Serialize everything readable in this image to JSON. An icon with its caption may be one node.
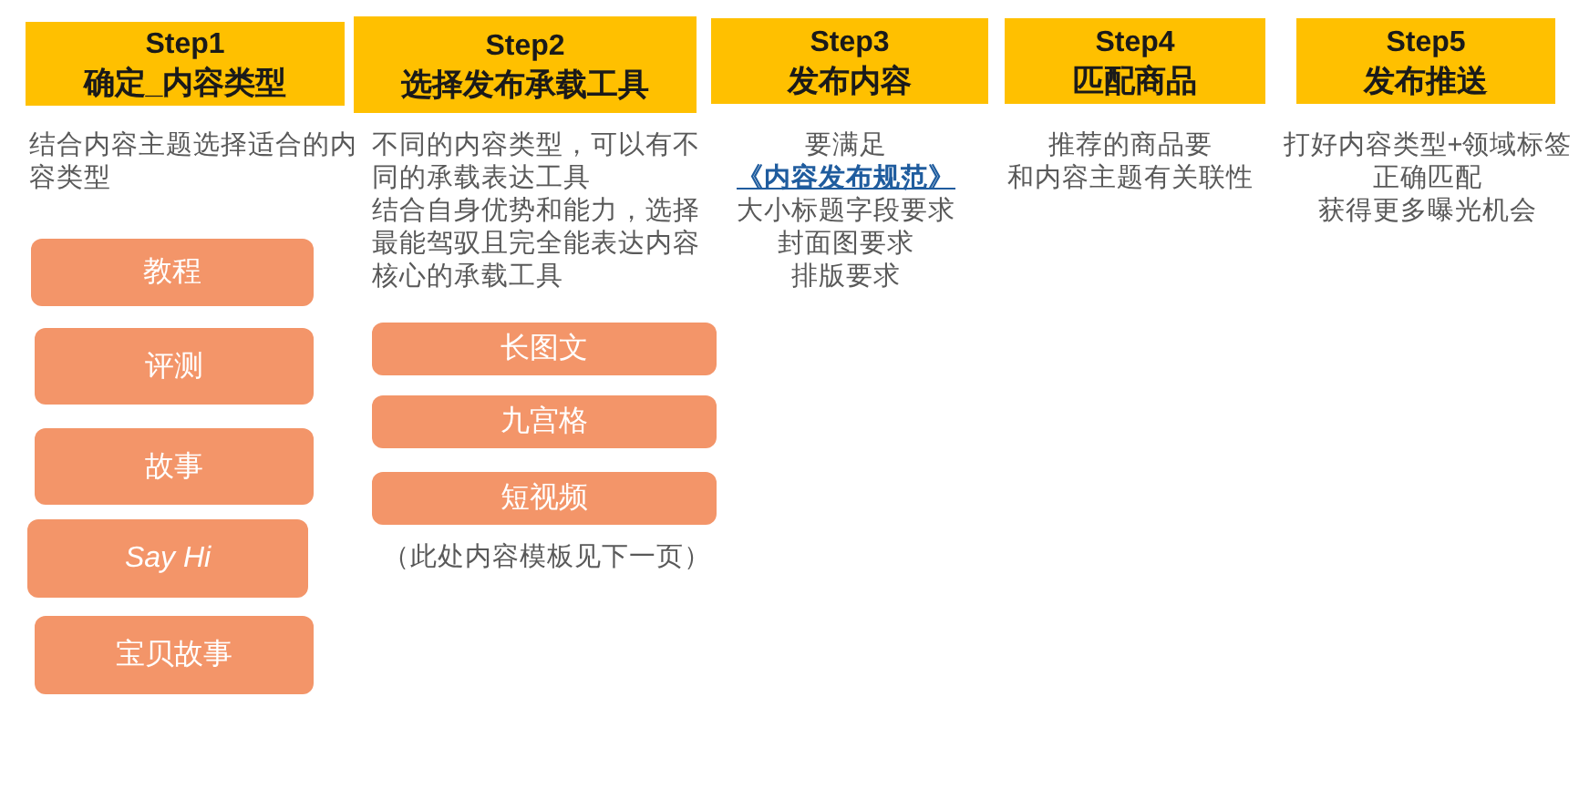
{
  "diagram": {
    "nodes": [
      {
        "text": [
          "Step1",
          "确定_内容类型"
        ],
        "beside": [
          "结合内容主题选择适合的内容类型"
        ]
      },
      {
        "text": [
          "教程"
        ]
      },
      {
        "text": [
          "评测"
        ]
      },
      {
        "text": [
          "故事"
        ]
      },
      {
        "text": [
          "Say Hi"
        ]
      },
      {
        "text": [
          "宝贝故事"
        ]
      },
      {
        "text": [
          "Step2",
          "选择发布承载工具"
        ],
        "beside": [
          "不同的内容类型，可以有不同的承载表达工具",
          "结合自身优势和能力，选择最能驾驭且完全能表达内容核心的承载工具"
        ]
      },
      {
        "text": [
          "长图文"
        ]
      },
      {
        "text": [
          "九宫格"
        ]
      },
      {
        "text": [
          "短视频"
        ]
      },
      {
        "text": [
          "Step3",
          "发布内容"
        ],
        "beside": [
          "要满足",
          "《内容发布规范》",
          "大小标题字段要求",
          "封面图要求",
          "排版要求"
        ]
      },
      {
        "text": [
          "Step4",
          "匹配商品"
        ],
        "beside": [
          "推荐的商品要",
          "和内容主题有关联性"
        ]
      },
      {
        "text": [
          "Step5",
          "发布推送"
        ],
        "beside": [
          "打好内容类型+领域标签",
          "正确匹配",
          "获得更多曝光机会"
        ]
      }
    ],
    "labels": [
      "（此处内容模板见下一页）"
    ]
  }
}
